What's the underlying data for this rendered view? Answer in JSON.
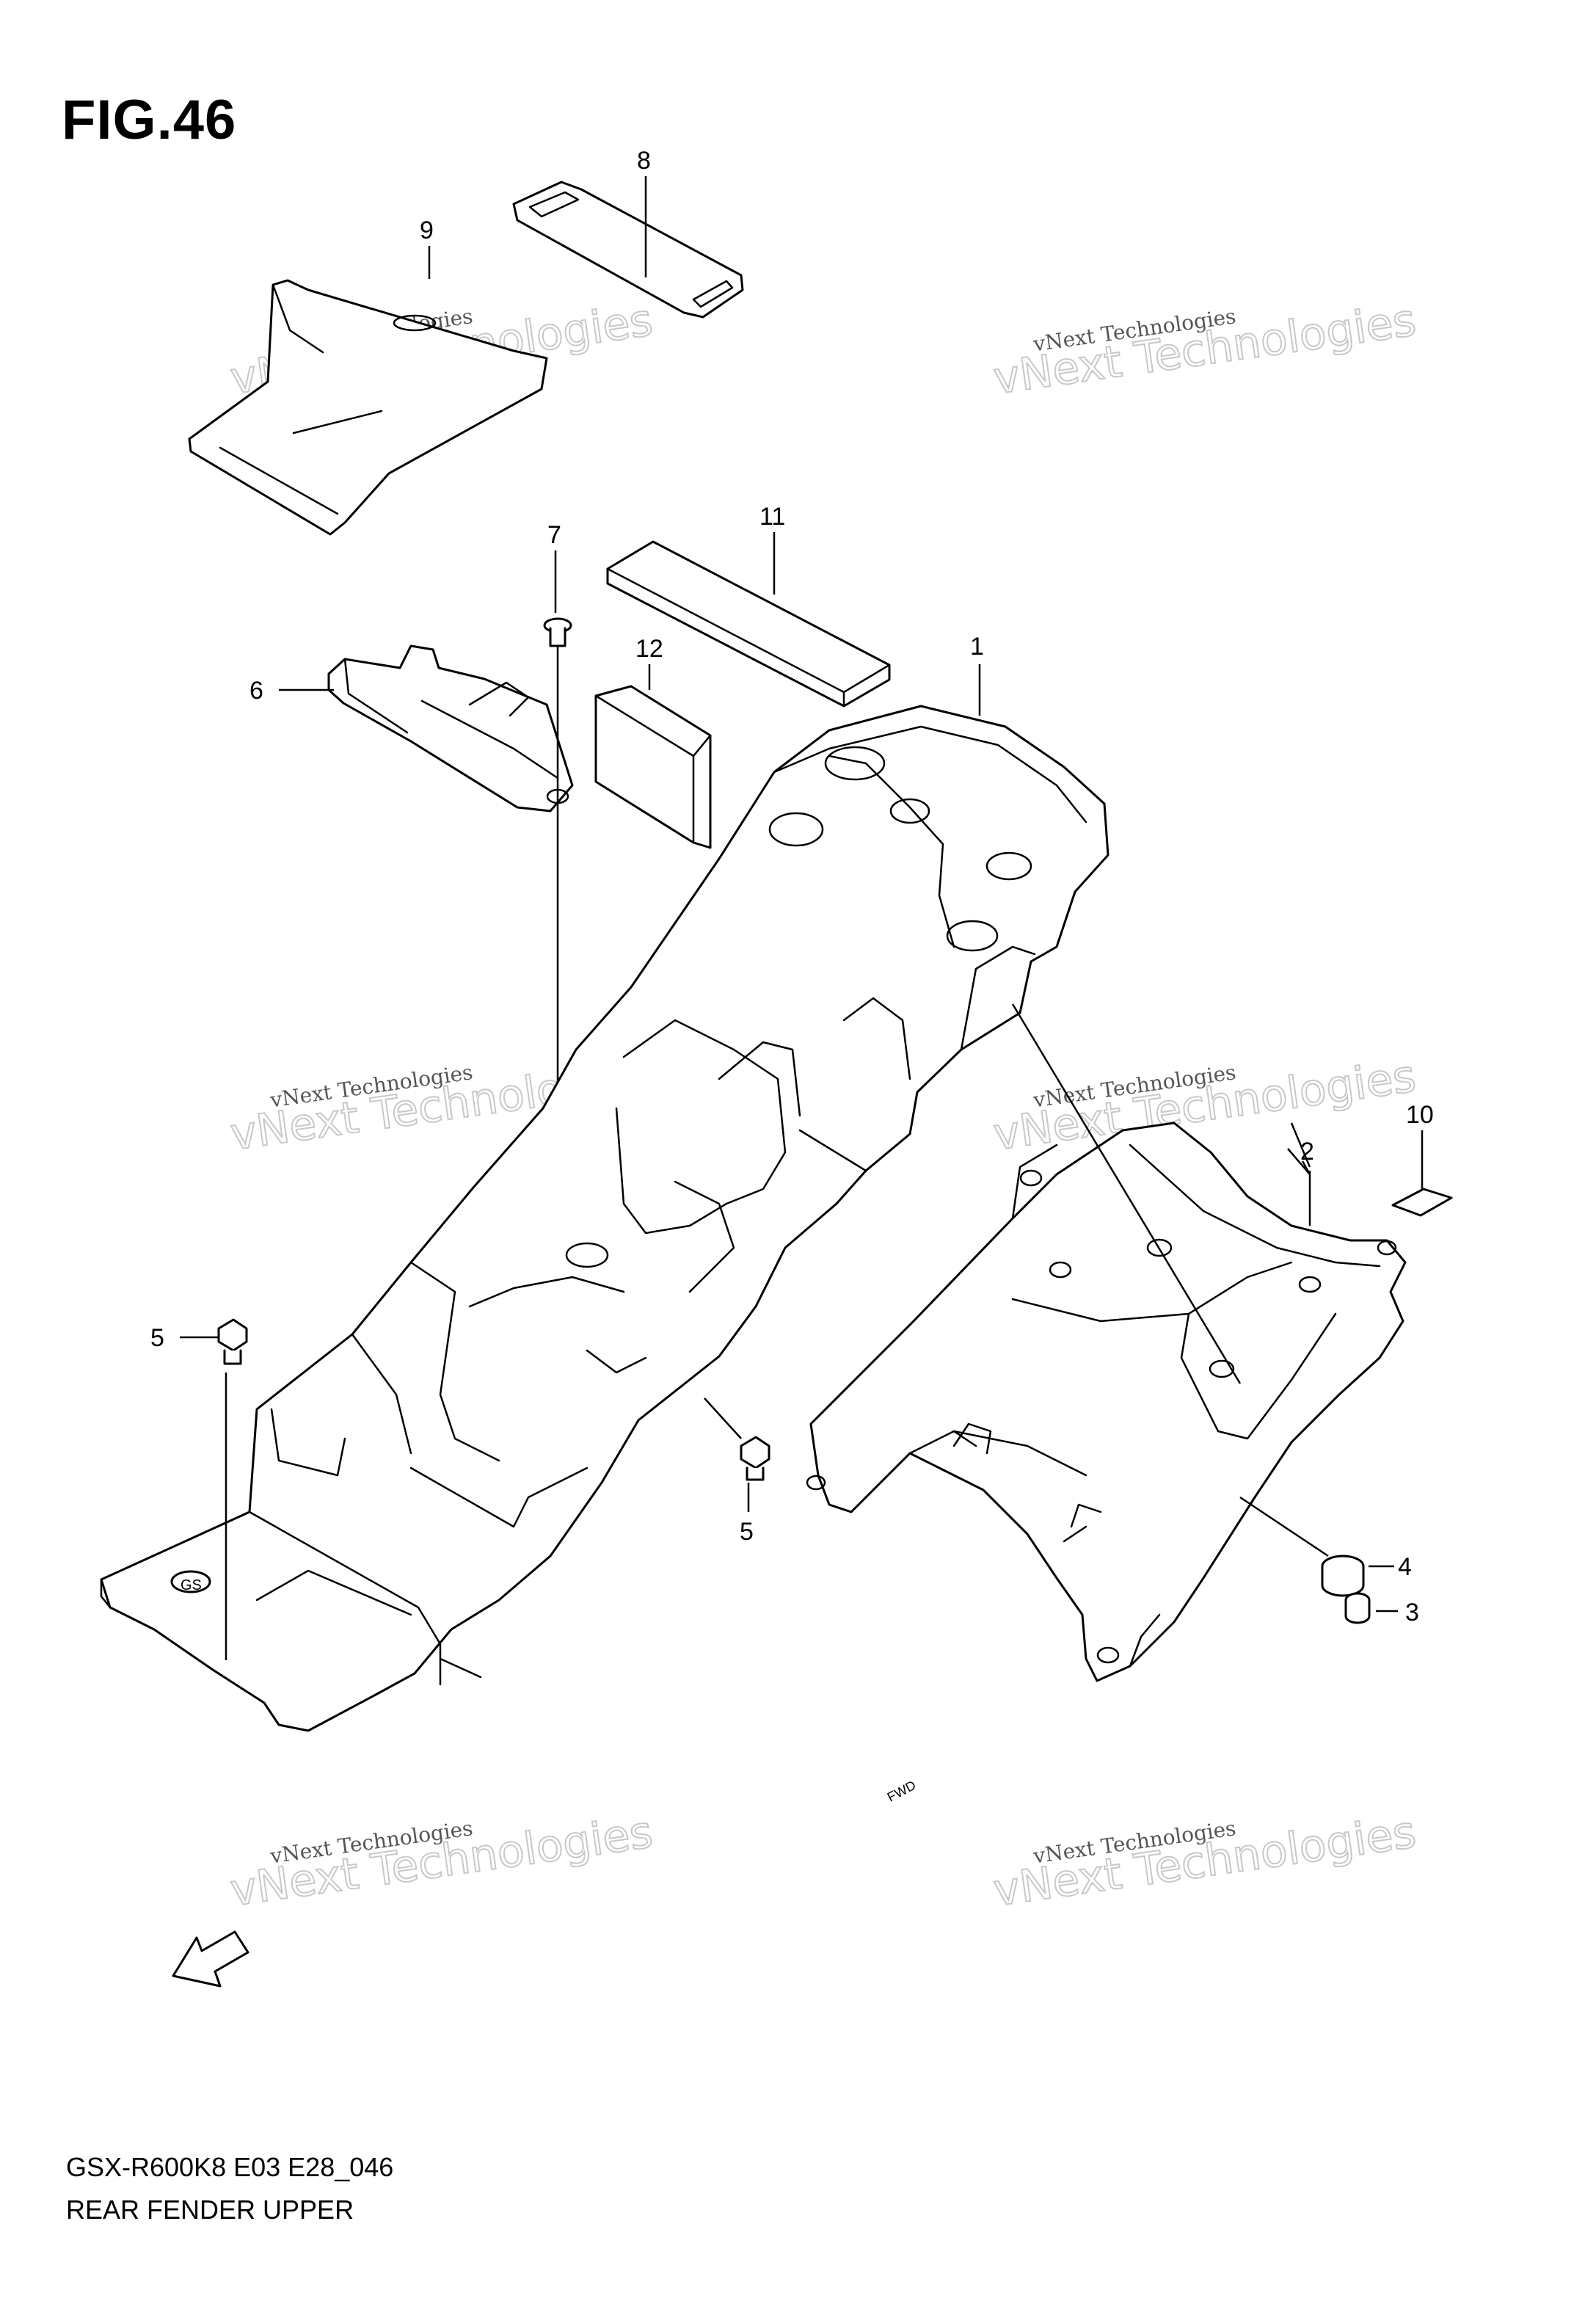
{
  "figure": {
    "title": "FIG.46"
  },
  "footer": {
    "code": "GSX-R600K8 E03 E28_046",
    "name": "REAR FENDER UPPER"
  },
  "callouts": [
    "1",
    "2",
    "3",
    "4",
    "5",
    "5",
    "6",
    "7",
    "8",
    "9",
    "10",
    "11",
    "12"
  ],
  "watermark": {
    "small": "vNext Technologies",
    "large": "vNext Technologies"
  },
  "fwd_label": "FWD",
  "tray_mark": "GS"
}
